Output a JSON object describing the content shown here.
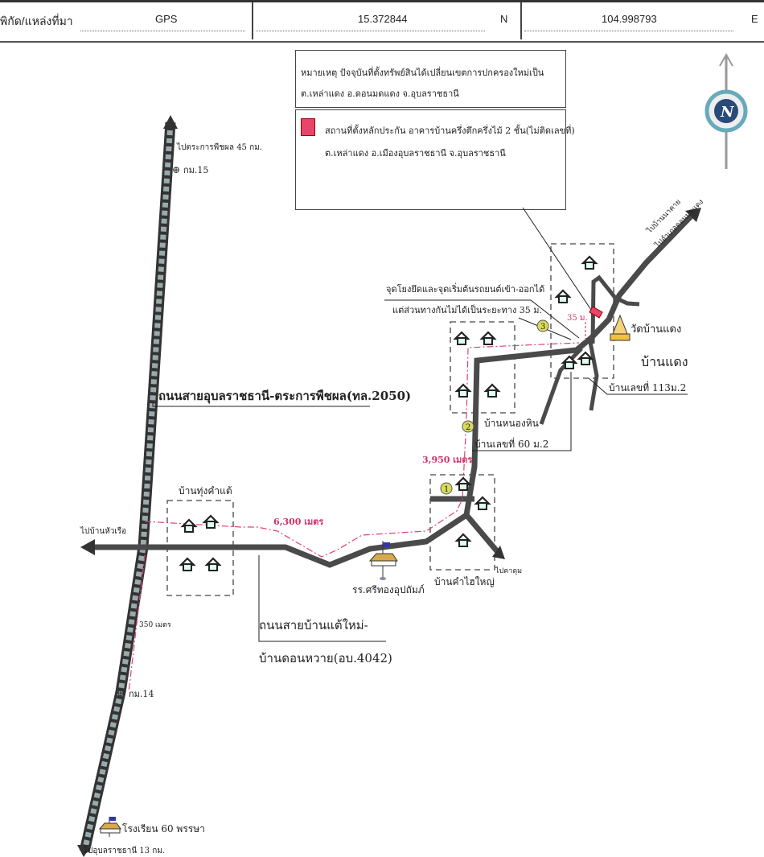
{
  "header": {
    "label": "พิกัด/แหล่งที่มา",
    "source": "GPS",
    "latitude": "15.372844",
    "lat_suffix": "N",
    "longitude": "104.998793",
    "lon_suffix": "E"
  },
  "notes": {
    "remark_line1": "หมายเหตุ  ปัจจุบันที่ตั้งทรัพย์สินได้เปลี่ยนเขตการปกครองใหม่เป็น",
    "remark_line2": "ต.เหล่าแดง อ.ดอนมดแดง จ.อุบลราชธานี",
    "legend_line1": "สถานที่ตั้งหลักประกัน อาคารบ้านครึ่งตึกครึ่งไม้ 2 ชั้น(ไม่ติดเลขที่)",
    "legend_line2": "ต.เหล่าแดง อ.เมืองอุบลราชธานี จ.อุบลราชธานี",
    "legend_color": "#e8456a"
  },
  "map": {
    "to_trakan": "ไปตระการพืชผล 45 กม.",
    "km15": "กม.15",
    "highway_label": "ถนนสายอุบลราชธานี-ตระการพืชผล(ทล.2050)",
    "to_hua_ruea": "ไปบ้านหัวเรือ",
    "tung_kham_tae": "บ้านทุ่งคำแต้",
    "dist_6300": "6,300 เมตร",
    "dist_350": "350 เมตร",
    "km14": "กม.14",
    "school_60": "โรงเรียน 60 พรรษา",
    "to_ubon": "ไปอุบลราชธานี 13 กม.",
    "local_road_line1": "ถนนสายบ้านแต้ใหม่-",
    "local_road_line2": "บ้านดอนหวาย(อบ.4042)",
    "school_srithong": "รร.ศรีทองอุปถัมภ์",
    "kham_hai_yai": "บ้านคำไฮใหญ่",
    "to_kadum": "ไปคาดุม",
    "dist_3950": "3,950 เมตร",
    "nong_hin": "บ้านหนองหิน",
    "house_60": "บ้านเลขที่ 60 ม.2",
    "house_113": "บ้านเลขที่ 113ม.2",
    "ban_daeng": "บ้านแดง",
    "wat_ban_daeng": "วัดบ้านแดง",
    "dist_35": "35 ม.",
    "access_line1": "จุดโยงยึดและจุดเริ่มต้นรถยนต์เข้า-ออกได้",
    "access_line2": "แต่ส่วนทางกันไม่ได้เป็นระยะทาง 35 ม.",
    "to_na_kai": "ไปบ้านนาคาย",
    "to_don_mot_daeng": "ไปอำเภอดอนมดแดง",
    "marker_1": "1",
    "marker_2": "2",
    "marker_3": "3",
    "compass": "N",
    "road_color": "#4a4a4a",
    "route_color": "#e0407a",
    "marker_color": "#d9dc5a"
  }
}
